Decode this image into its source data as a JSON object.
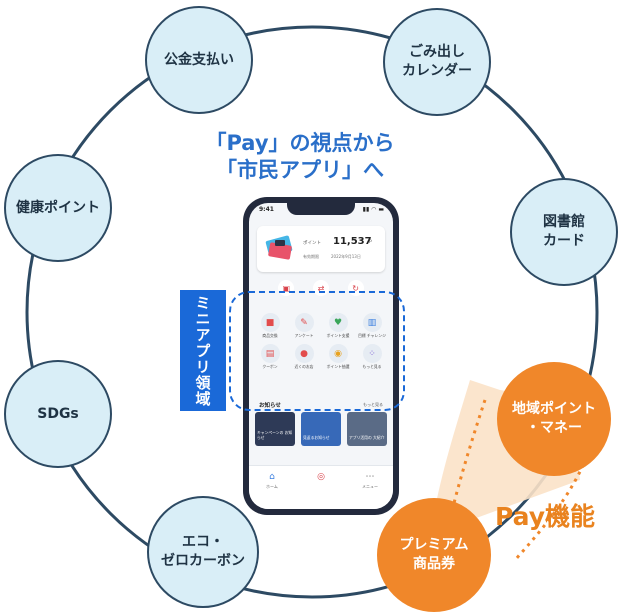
{
  "title_line1": "「Pay」の視点から",
  "title_line2": "「市民アプリ」へ",
  "nodes": {
    "public_pay": "公金支払い",
    "garbage_line1": "ごみ出し",
    "garbage_line2": "カレンダー",
    "health": "健康ポイント",
    "library_line1": "図書館",
    "library_line2": "カード",
    "sdgs": "SDGs",
    "eco_line1": "エコ・",
    "eco_line2": "ゼロカーボン",
    "regional_line1": "地域ポイント",
    "regional_line2": "・マネー",
    "premium_line1": "プレミアム",
    "premium_line2": "商品券"
  },
  "pay_function_label": "Pay機能",
  "mini_app_label": "ミニアプリ領域",
  "phone": {
    "time": "9:41",
    "status": "▮▮ ◠ ▬",
    "points_label": "ポイント",
    "points_value": "11,537",
    "points_unit": "P",
    "expiry_label": "有効期限",
    "expiry_value": "2022年9月13日",
    "grid": [
      [
        "商品交換",
        "アンケート",
        "ポイント支援",
        "目標 チャレンジ"
      ],
      [
        "クーポン",
        "近くのお店",
        "ポイント抽選",
        "もっと見る"
      ]
    ],
    "notice_heading": "お知らせ",
    "notice_more": "もっと見る",
    "news": [
      "キャンペーンの お知らせ",
      "見返るお知らせ",
      "アプリ活用の 大紹介"
    ],
    "tabs": [
      "ホーム",
      "",
      "メニュー"
    ]
  },
  "colors": {
    "ring": "#2d4a63",
    "node_fill": "#d9eef7",
    "orange": "#f0872a",
    "blue": "#1a69d8",
    "title": "#2a6fc9"
  }
}
